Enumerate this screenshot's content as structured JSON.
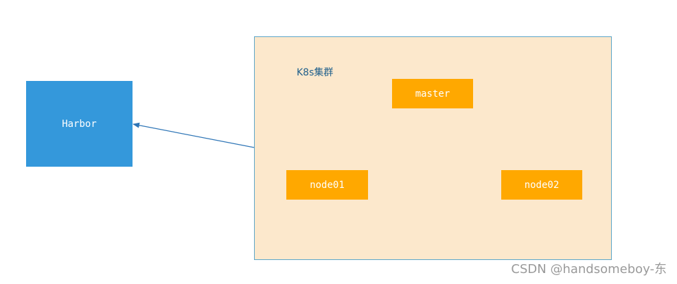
{
  "harbor": {
    "label": "Harbor"
  },
  "cluster": {
    "label": "K8s集群",
    "nodes": {
      "master": "master",
      "node01": "node01",
      "node02": "node02"
    }
  },
  "connector": {
    "from": "K8s集群",
    "to": "Harbor"
  },
  "watermark": "CSDN @handsomeboy-东",
  "colors": {
    "harbor_fill": "#3498db",
    "cluster_fill": "#fce8cc",
    "cluster_border": "#5aa5c8",
    "node_fill": "#ffa800",
    "arrow": "#2e75b6"
  }
}
